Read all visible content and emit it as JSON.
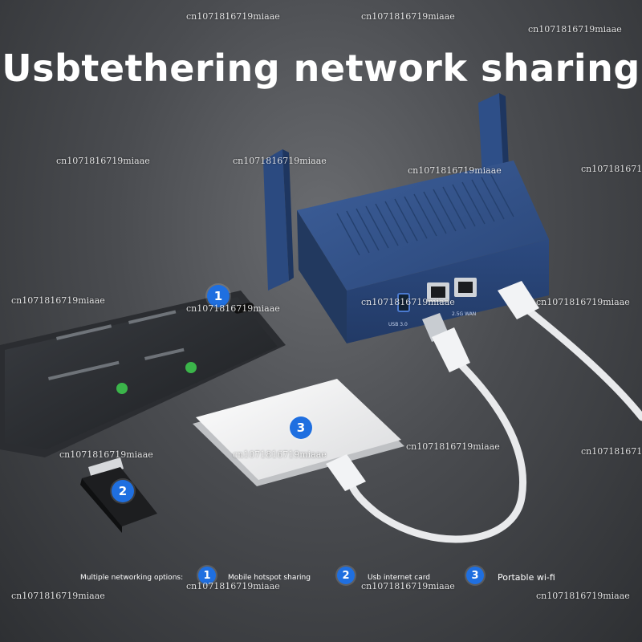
{
  "title": "Usbtethering network sharing",
  "router": {
    "port_usb_label": "USB 3.0",
    "port_wan_label": "2.5G WAN"
  },
  "badges": {
    "phone": "1",
    "dongle": "2",
    "mifi": "3"
  },
  "legend": {
    "intro": "Multiple networking options:",
    "items": [
      {
        "num": "1",
        "label": "Mobile hotspot sharing"
      },
      {
        "num": "2",
        "label": "Usb internet card"
      },
      {
        "num": "3",
        "label": "Portable wi-fi"
      }
    ]
  },
  "watermarks": [
    "cn1071816719miaae",
    "cn1071816719miaae",
    "cn1071816719miaae",
    "cn1071816719miaae",
    "cn1071816719miaae",
    "cn107181671",
    "cn1071816719miaae",
    "cn1071816719miaae",
    "cn1071816719miaae",
    "cn1071816719miaae",
    "cn1071816719miaae",
    "cn1071816719miaae",
    "cn107181671",
    "cn1071816719miaae",
    "cn1071816719miaae",
    "cn1071816719miaae",
    "cn1071816719miaae"
  ],
  "colors": {
    "router_blue": "#2f4f87",
    "badge_blue": "#1f6fe0"
  }
}
